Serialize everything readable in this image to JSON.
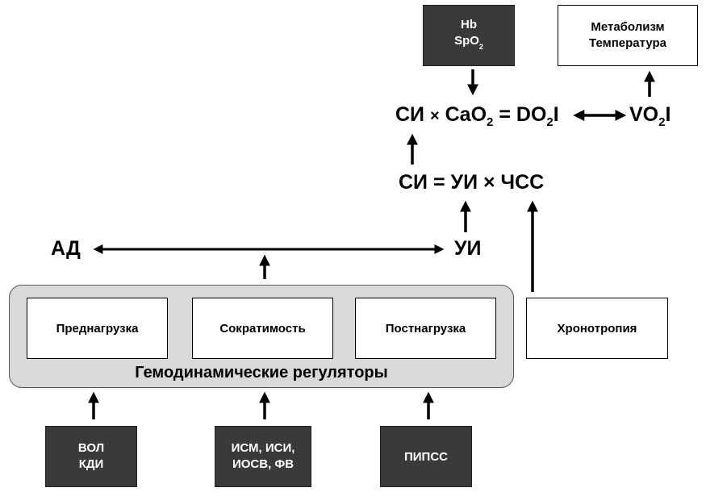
{
  "top": {
    "hb_box": {
      "line1": "Hb",
      "line2_main": "SpO",
      "line2_sub": "2"
    },
    "metab_box": {
      "line1": "Метаболизм",
      "line2": "Температура"
    }
  },
  "formula1": {
    "ci": "СИ",
    "times": "×",
    "cao": "CaO",
    "cao_sub": "2",
    "eq": "=",
    "do": "DO",
    "do_sub": "2",
    "do_suffix": "I",
    "vo": "VO",
    "vo_sub": "2",
    "vo_suffix": "I"
  },
  "formula2": {
    "text": "СИ = УИ × ЧСС"
  },
  "middle": {
    "ad": "АД",
    "ui": "УИ"
  },
  "regulators": {
    "title": "Гемодинамические регуляторы",
    "items": [
      "Преднагрузка",
      "Сократимость",
      "Постнагрузка"
    ]
  },
  "chronotropy": "Хронотропия",
  "bottom": {
    "box1": {
      "line1": "ВОЛ",
      "line2": "КДИ"
    },
    "box2": {
      "line1": "ИСМ, ИСИ,",
      "line2": "ИОСВ, ФВ"
    },
    "box3": {
      "line1": "ПИПСС"
    }
  }
}
